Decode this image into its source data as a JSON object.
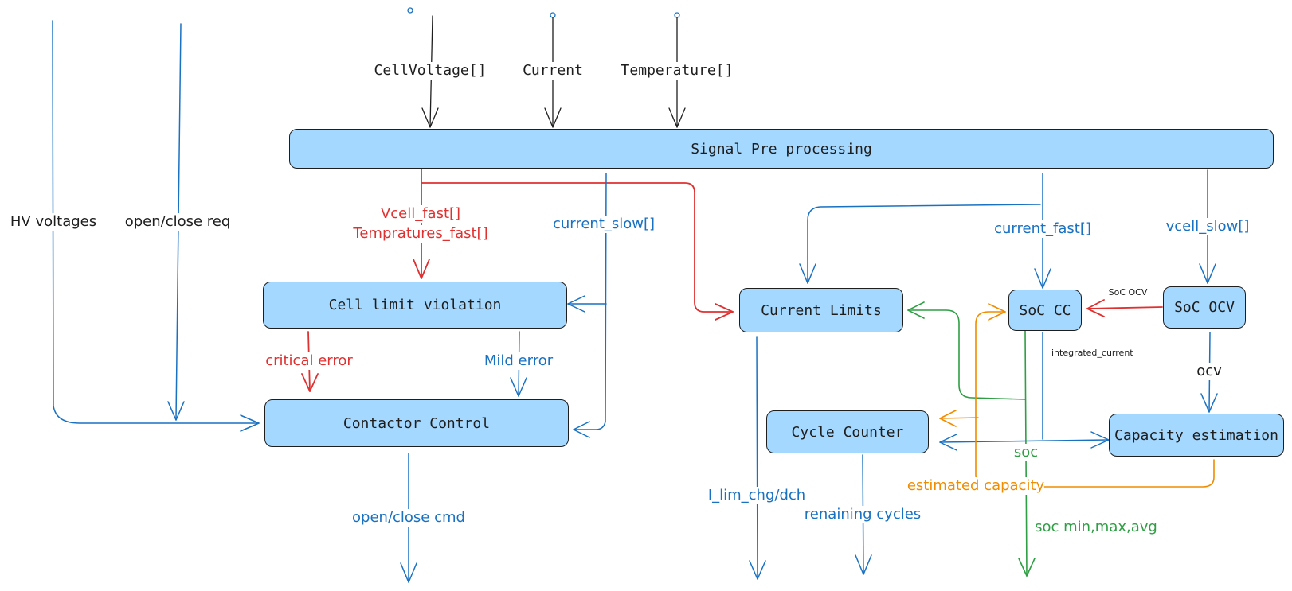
{
  "colors": {
    "box_fill": "#a5d8ff",
    "box_stroke": "#1e1e1e",
    "blue": "#1971c2",
    "red": "#e03131",
    "green": "#2f9e44",
    "orange": "#f08c00",
    "black": "#1e1e1e"
  },
  "inputs": {
    "cell_voltage": "CellVoltage[]",
    "current": "Current",
    "temperature": "Temperature[]",
    "hv_voltages": "HV voltages",
    "open_close_req": "open/close req"
  },
  "blocks": {
    "signal_pre_processing": "Signal Pre processing",
    "cell_limit_violation": "Cell limit violation",
    "contactor_control": "Contactor Control",
    "current_limits": "Current Limits",
    "soc_cc": "SoC CC",
    "soc_ocv": "SoC OCV",
    "cycle_counter": "Cycle Counter",
    "capacity_estimation": "Capacity estimation"
  },
  "signals": {
    "vcell_fast": "Vcell_fast[]",
    "temperatures_fast": "Tempratures_fast[]",
    "current_slow": "current_slow[]",
    "current_fast": "current_fast[]",
    "vcell_slow": "vcell_slow[]",
    "critical_error": "critical error",
    "mild_error": "Mild error",
    "soc_ocv_small": "SoC OCV",
    "integrated_current": "integrated_current",
    "ocv": "ocv",
    "soc": "soc",
    "estimated_capacity": "estimated capacity"
  },
  "outputs": {
    "open_close_cmd": "open/close cmd",
    "i_lim": "I_lim_chg/dch",
    "remaining_cycles": "renaining cycles",
    "soc_stats": "soc min,max,avg"
  }
}
